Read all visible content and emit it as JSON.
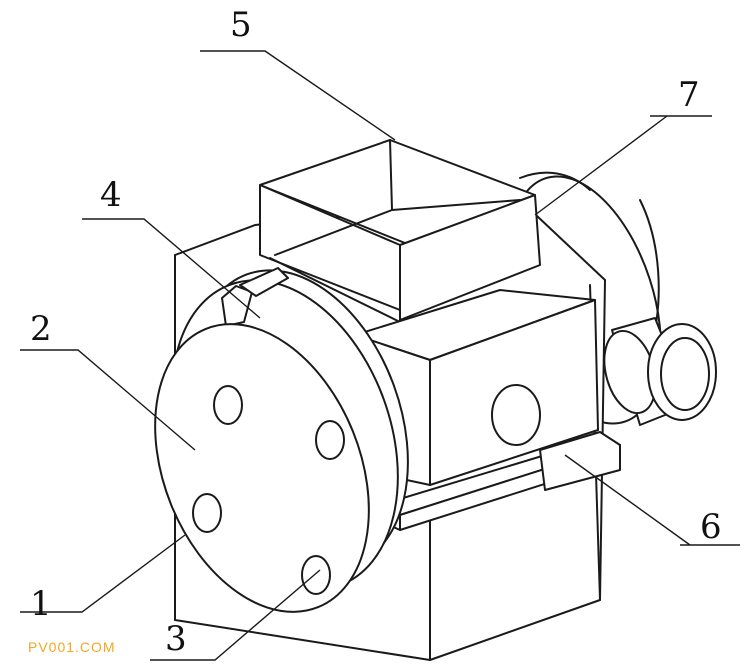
{
  "labels": {
    "l1": "1",
    "l2": "2",
    "l3": "3",
    "l4": "4",
    "l5": "5",
    "l6": "6",
    "l7": "7"
  },
  "watermark": "PV001.COM",
  "colors": {
    "line": "#1a1a1a",
    "background": "#ffffff",
    "watermark": "#f5a623"
  }
}
